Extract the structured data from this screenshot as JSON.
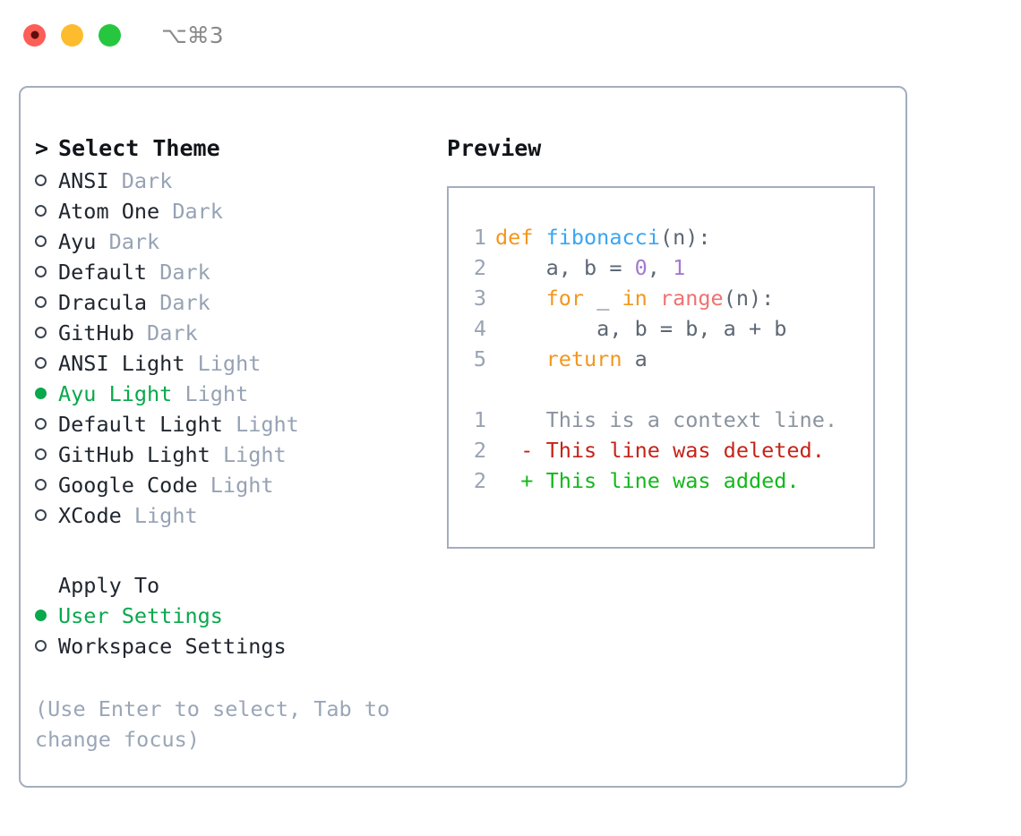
{
  "titlebar": {
    "shortcut": "⌥⌘3",
    "buttons": [
      {
        "name": "close",
        "color": "#fb5f57"
      },
      {
        "name": "minimize",
        "color": "#fdbc2e"
      },
      {
        "name": "zoom",
        "color": "#26c73f"
      }
    ]
  },
  "theme_picker": {
    "heading_prefix": "> ",
    "heading": "Select Theme",
    "items": [
      {
        "marker": "○",
        "label": "ANSI",
        "tag": "Dark",
        "selected": false
      },
      {
        "marker": "○",
        "label": "Atom One",
        "tag": "Dark",
        "selected": false
      },
      {
        "marker": "○",
        "label": "Ayu",
        "tag": "Dark",
        "selected": false
      },
      {
        "marker": "○",
        "label": "Default",
        "tag": "Dark",
        "selected": false
      },
      {
        "marker": "○",
        "label": "Dracula",
        "tag": "Dark",
        "selected": false
      },
      {
        "marker": "○",
        "label": "GitHub",
        "tag": "Dark",
        "selected": false
      },
      {
        "marker": "○",
        "label": "ANSI Light",
        "tag": "Light",
        "selected": false
      },
      {
        "marker": "●",
        "label": "Ayu Light",
        "tag": "Light",
        "selected": true
      },
      {
        "marker": "○",
        "label": "Default Light",
        "tag": "Light",
        "selected": false
      },
      {
        "marker": "○",
        "label": "GitHub Light",
        "tag": "Light",
        "selected": false
      },
      {
        "marker": "○",
        "label": "Google Code",
        "tag": "Light",
        "selected": false
      },
      {
        "marker": "○",
        "label": "XCode",
        "tag": "Light",
        "selected": false
      }
    ]
  },
  "apply_to": {
    "title": "Apply To",
    "options": [
      {
        "marker": "●",
        "label": "User Settings",
        "selected": true
      },
      {
        "marker": "○",
        "label": "Workspace Settings",
        "selected": false
      }
    ]
  },
  "hint": "(Use Enter to select, Tab to change focus)",
  "preview": {
    "title": "Preview",
    "code_lines": [
      {
        "no": "1",
        "tokens": [
          {
            "t": "def ",
            "c": "kw"
          },
          {
            "t": "fibonacci",
            "c": "fn"
          },
          {
            "t": "(n):",
            "c": "plain"
          }
        ]
      },
      {
        "no": "2",
        "tokens": [
          {
            "t": "    a, b = ",
            "c": "plain"
          },
          {
            "t": "0",
            "c": "num"
          },
          {
            "t": ", ",
            "c": "plain"
          },
          {
            "t": "1",
            "c": "num"
          }
        ]
      },
      {
        "no": "3",
        "tokens": [
          {
            "t": "    ",
            "c": "plain"
          },
          {
            "t": "for",
            "c": "kw"
          },
          {
            "t": " _ ",
            "c": "plain"
          },
          {
            "t": "in",
            "c": "kw"
          },
          {
            "t": " ",
            "c": "plain"
          },
          {
            "t": "range",
            "c": "call"
          },
          {
            "t": "(n):",
            "c": "plain"
          }
        ]
      },
      {
        "no": "4",
        "tokens": [
          {
            "t": "        a, b = b, a + b",
            "c": "plain"
          }
        ]
      },
      {
        "no": "5",
        "tokens": [
          {
            "t": "    ",
            "c": "plain"
          },
          {
            "t": "return",
            "c": "kw"
          },
          {
            "t": " a",
            "c": "plain"
          }
        ]
      }
    ],
    "diff_lines": [
      {
        "no": "1",
        "sign": "  ",
        "text": "This is a context line.",
        "kind": "ctx"
      },
      {
        "no": "2",
        "sign": "- ",
        "text": "This line was deleted.",
        "kind": "del"
      },
      {
        "no": "2",
        "sign": "+ ",
        "text": "This line was added.",
        "kind": "add"
      }
    ]
  },
  "colors": {
    "accent_green": "#0aa84c",
    "keyword_orange": "#f2971f",
    "function_blue": "#39a6f0",
    "call_red": "#f07171",
    "number_purple": "#a37acc",
    "muted": "#96a2b4",
    "border": "#a3aebd",
    "diff_delete": "#c4241a",
    "diff_add": "#13b81b"
  }
}
